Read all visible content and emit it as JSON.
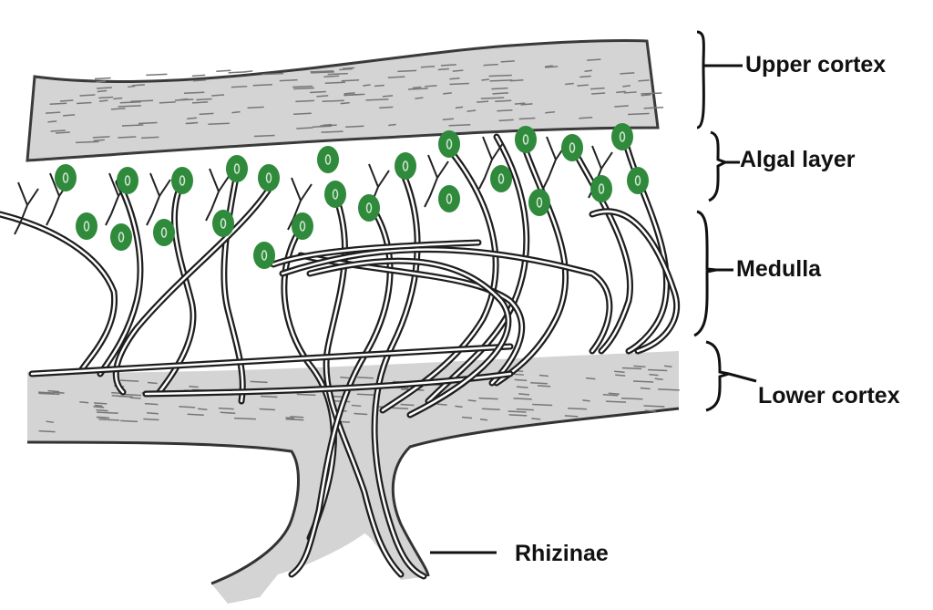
{
  "title": "Lichen thallus cross-section",
  "labels": {
    "upper_cortex": "Upper cortex",
    "algal_layer": "Algal layer",
    "medulla": "Medulla",
    "lower_cortex": "Lower cortex",
    "rhizinae": "Rhizinae"
  },
  "colors": {
    "cortex_fill": "#d4d4d4",
    "outline": "#2a2a2a",
    "algal_cell": "#2f8a3c",
    "hypha": "#1e1e1e"
  }
}
